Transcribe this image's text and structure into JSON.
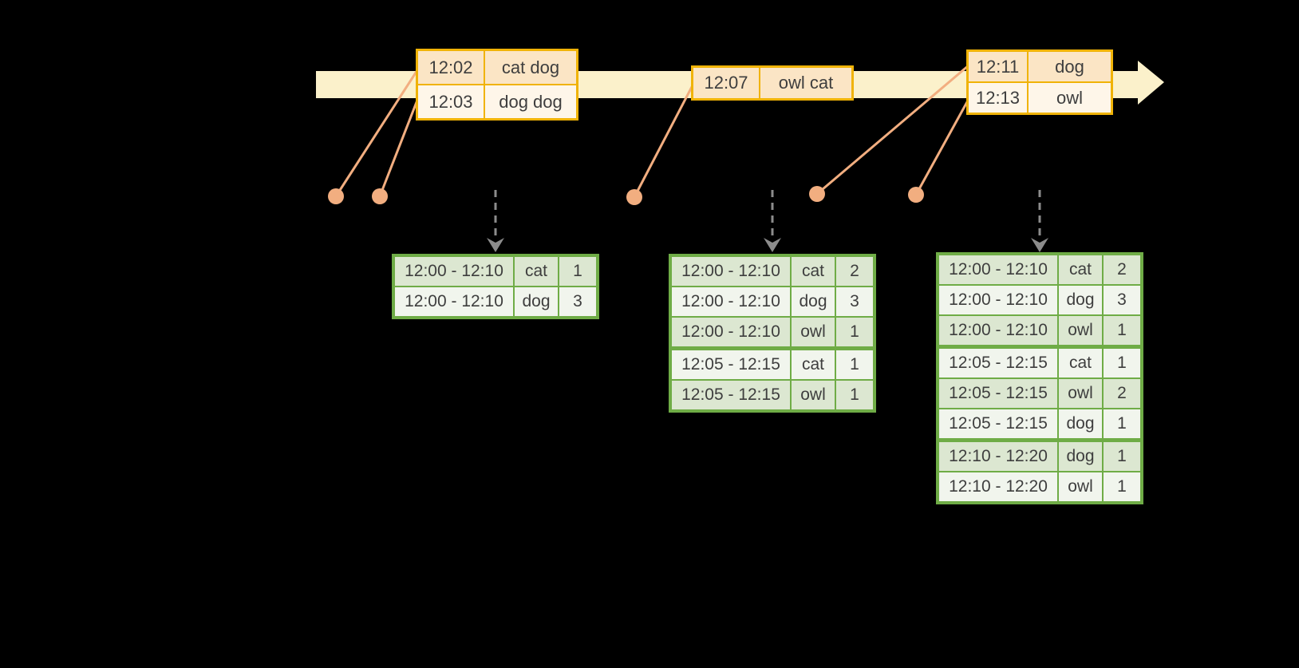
{
  "colors": {
    "background": "#000000",
    "timeline_fill": "#FBF1CB",
    "event_border": "#F0B307",
    "event_row_dark": "#FBE5C5",
    "event_row_light": "#FEF6E9",
    "result_border": "#6FAC46",
    "result_row_dark": "#DCE7D1",
    "result_row_light": "#F1F5ED",
    "connector": "#F2AE80",
    "trigger_arrow": "#8C8C8C",
    "text": "#3E3E3E"
  },
  "event_tables": [
    {
      "rows": [
        {
          "time": "12:02",
          "words": "cat dog"
        },
        {
          "time": "12:03",
          "words": "dog dog"
        }
      ]
    },
    {
      "rows": [
        {
          "time": "12:07",
          "words": "owl cat"
        }
      ]
    },
    {
      "rows": [
        {
          "time": "12:11",
          "words": "dog"
        },
        {
          "time": "12:13",
          "words": "owl"
        }
      ]
    }
  ],
  "result_tables": [
    {
      "rows": [
        {
          "window": "12:00 - 12:10",
          "word": "cat",
          "count": "1"
        },
        {
          "window": "12:00 - 12:10",
          "word": "dog",
          "count": "3"
        }
      ]
    },
    {
      "rows": [
        {
          "window": "12:00 - 12:10",
          "word": "cat",
          "count": "2"
        },
        {
          "window": "12:00 - 12:10",
          "word": "dog",
          "count": "3"
        },
        {
          "window": "12:00 - 12:10",
          "word": "owl",
          "count": "1"
        },
        {
          "window": "12:05 - 12:15",
          "word": "cat",
          "count": "1"
        },
        {
          "window": "12:05 - 12:15",
          "word": "owl",
          "count": "1"
        }
      ]
    },
    {
      "rows": [
        {
          "window": "12:00 - 12:10",
          "word": "cat",
          "count": "2"
        },
        {
          "window": "12:00 - 12:10",
          "word": "dog",
          "count": "3"
        },
        {
          "window": "12:00 - 12:10",
          "word": "owl",
          "count": "1"
        },
        {
          "window": "12:05 - 12:15",
          "word": "cat",
          "count": "1"
        },
        {
          "window": "12:05 - 12:15",
          "word": "owl",
          "count": "2"
        },
        {
          "window": "12:05 - 12:15",
          "word": "dog",
          "count": "1"
        },
        {
          "window": "12:10 - 12:20",
          "word": "dog",
          "count": "1"
        },
        {
          "window": "12:10 - 12:20",
          "word": "owl",
          "count": "1"
        }
      ]
    }
  ]
}
